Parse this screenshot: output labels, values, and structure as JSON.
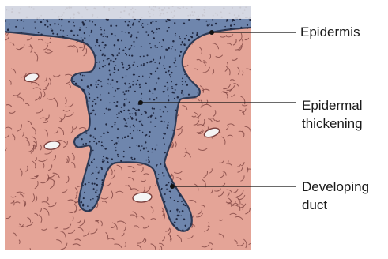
{
  "labels": {
    "epidermis": "Epidermis",
    "thickening_line1": "Epidermal",
    "thickening_line2": "thickening",
    "duct_line1": "Developing",
    "duct_line2": "duct"
  },
  "colors": {
    "dermis": "#e4a497",
    "dermis_fibers": "#7a3f3c",
    "epidermis": "#6f86ad",
    "epidermis_outline": "#2e3a55",
    "epidermis_dots": "#1f2740",
    "surface": "#e8e6ec",
    "vesicle": "#f4f4f4"
  }
}
